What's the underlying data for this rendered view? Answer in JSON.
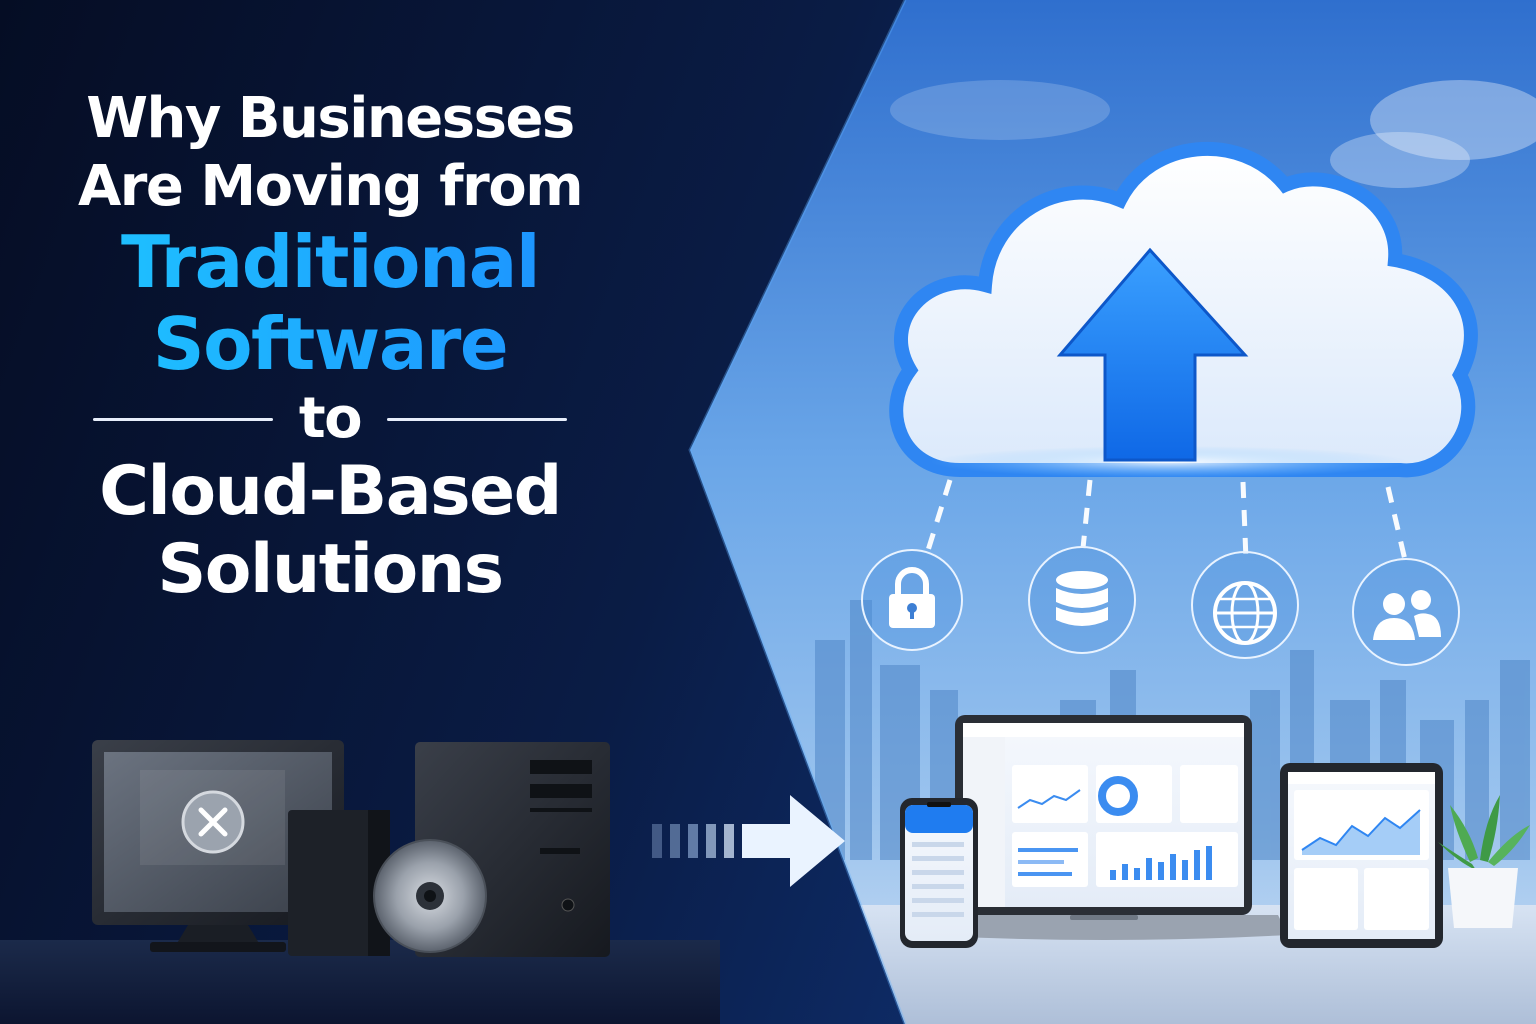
{
  "headline": {
    "line1": "Why Businesses",
    "line2": "Are Moving from",
    "line3": "Traditional",
    "line4": "Software",
    "line5": "to",
    "line6": "Cloud-Based",
    "line7": "Solutions"
  },
  "colors": {
    "background_dark": "#07142e",
    "accent_cyan": "#22a8ff",
    "sky_blue": "#3f86d9",
    "cloud_blue": "#1f7cf0"
  },
  "icons": [
    "lock-icon",
    "database-icon",
    "globe-icon",
    "users-icon",
    "x-icon",
    "arrow-up-icon",
    "arrow-right-icon",
    "cd-icon"
  ]
}
